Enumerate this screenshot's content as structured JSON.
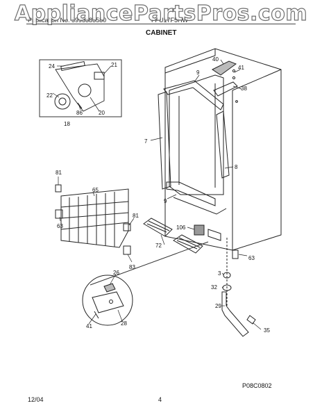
{
  "watermark": "AppliancePartsPros.com",
  "header": {
    "publication": "Publication No. 5995385580",
    "model": "FFU17F5HW",
    "section": "CABINET"
  },
  "callouts": {
    "c24": "24",
    "c21": "21",
    "c22": "22",
    "c86": "86",
    "c20": "20",
    "c18": "18",
    "c40": "40",
    "c41": "41",
    "c38": "38",
    "c9a": "9",
    "c7": "7",
    "c8": "8",
    "c81a": "81",
    "c65": "65",
    "c63a": "63",
    "c81b": "81",
    "c83": "83",
    "c9b": "9",
    "c106": "106",
    "c72": "72",
    "c63b": "63",
    "c26": "26",
    "c41b": "41",
    "c28": "28",
    "c3": "3",
    "c32": "32",
    "c29": "29",
    "c35": "35"
  },
  "footer": {
    "diagram_code": "P08C0802",
    "date": "12/04",
    "page": "4"
  }
}
